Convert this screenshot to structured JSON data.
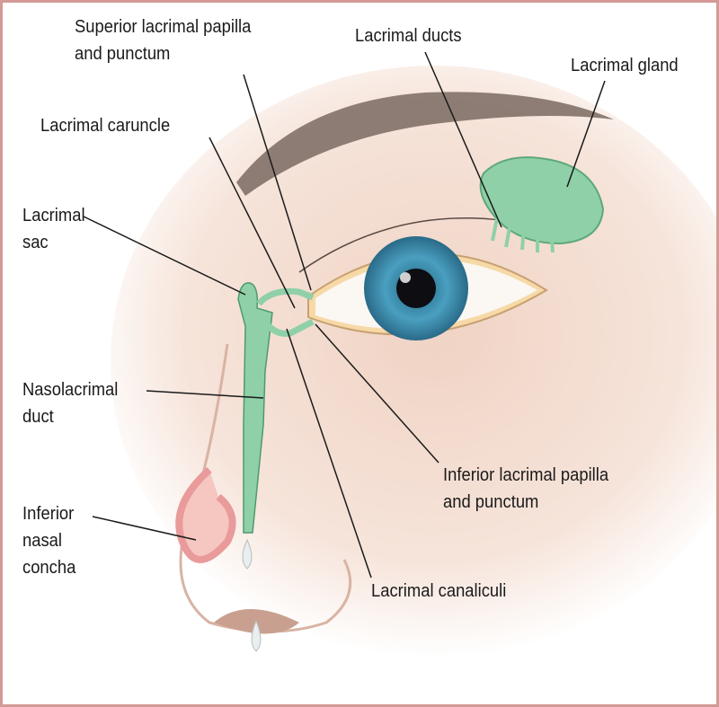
{
  "labels": {
    "superior_papilla": [
      "Superior lacrimal papilla",
      "and punctum"
    ],
    "lacrimal_ducts": [
      "Lacrimal ducts"
    ],
    "lacrimal_gland": [
      "Lacrimal gland"
    ],
    "lacrimal_caruncle": [
      "Lacrimal caruncle"
    ],
    "lacrimal_sac": [
      "Lacrimal",
      "sac"
    ],
    "nasolacrimal_duct": [
      "Nasolacrimal",
      "duct"
    ],
    "inferior_papilla": [
      "Inferior lacrimal papilla",
      "and punctum"
    ],
    "inferior_concha": [
      "Inferior",
      "nasal",
      "concha"
    ],
    "lacrimal_canaliculi": [
      "Lacrimal canaliculi"
    ]
  },
  "colors": {
    "border": "#d49a96",
    "duct": "#8fd0a8",
    "iris": "#3e8fb0",
    "skin": "#f3ddd2"
  }
}
